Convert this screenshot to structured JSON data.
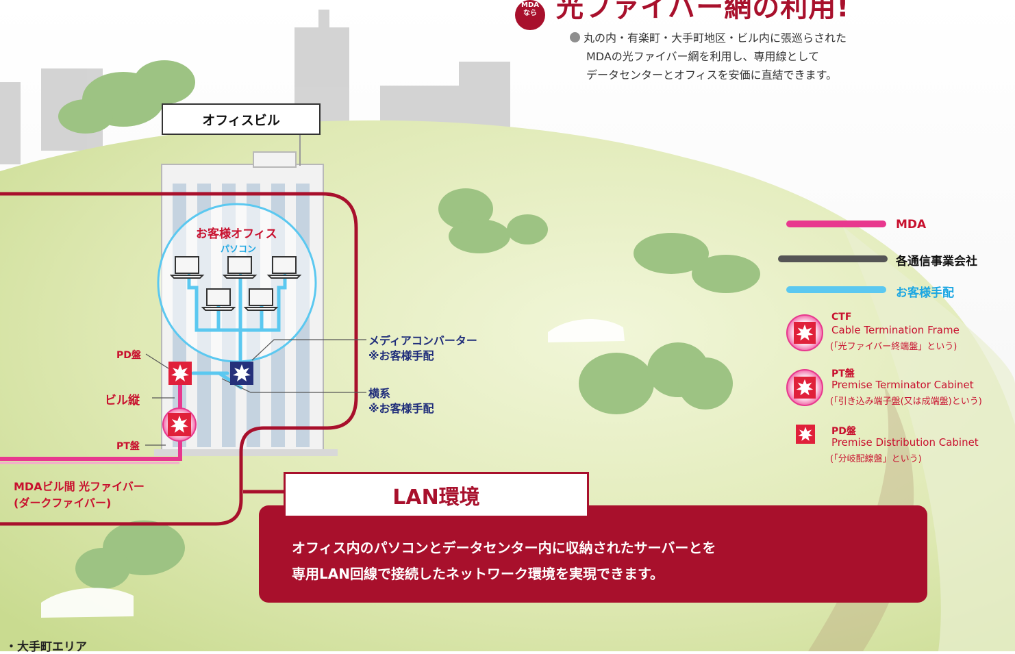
{
  "header": {
    "badge_line1": "MDA",
    "badge_line2": "なら",
    "title": "光ファイバー網の利用!",
    "description_lines": [
      "丸の内・有楽町・大手町地区・ビル内に張巡らされた",
      "MDAの光ファイバー網を利用し、専用線として",
      "データセンターとオフィスを安価に直結できます。"
    ]
  },
  "building": {
    "label": "オフィスビル",
    "customer_office": "お客様オフィス",
    "pc_label": "パソコン",
    "laptop_count": 5
  },
  "callouts": {
    "pd_panel": "PD盤",
    "building_vertical": "ビル縦",
    "pt_panel": "PT盤",
    "media_converter": "メディアコンバーター",
    "media_converter_note": "※お客様手配",
    "horizontal": "横系",
    "horizontal_note": "※お客様手配",
    "fiber_line1": "MDAビル間 光ファイバー",
    "fiber_line2": "(ダークファイバー)"
  },
  "legend": {
    "lines": [
      {
        "label": "MDA",
        "color": "#e8388e"
      },
      {
        "label": "各通信事業会社",
        "color": "#555555"
      },
      {
        "label": "お客様手配",
        "color": "#5bc8f0"
      }
    ],
    "devices": [
      {
        "title": "CTF",
        "subtitle": "Cable Termination Frame",
        "note": "(「光ファイバー終端盤」という)",
        "icon": "ctf-icon"
      },
      {
        "title": "PT盤",
        "subtitle": "Premise Terminator Cabinet",
        "note": "(「引き込み端子盤(又は成端盤)という)",
        "icon": "pt-cabinet-icon"
      },
      {
        "title": "PD盤",
        "subtitle": "Premise Distribution Cabinet",
        "note": "(「分岐配線盤」という)",
        "icon": "pd-cabinet-icon"
      }
    ]
  },
  "lan": {
    "title": "LAN環境",
    "line1": "オフィス内のパソコンとデータセンター内に収納されたサーバーとを",
    "line2": "専用LAN回線で接続したネットワーク環境を実現できます。"
  },
  "footer": {
    "area_label": "・大手町エリア"
  },
  "colors": {
    "brand_red": "#a8102c",
    "mda_pink": "#e8388e",
    "customer_cyan": "#5bc8f0",
    "navy": "#1f2d7a"
  }
}
